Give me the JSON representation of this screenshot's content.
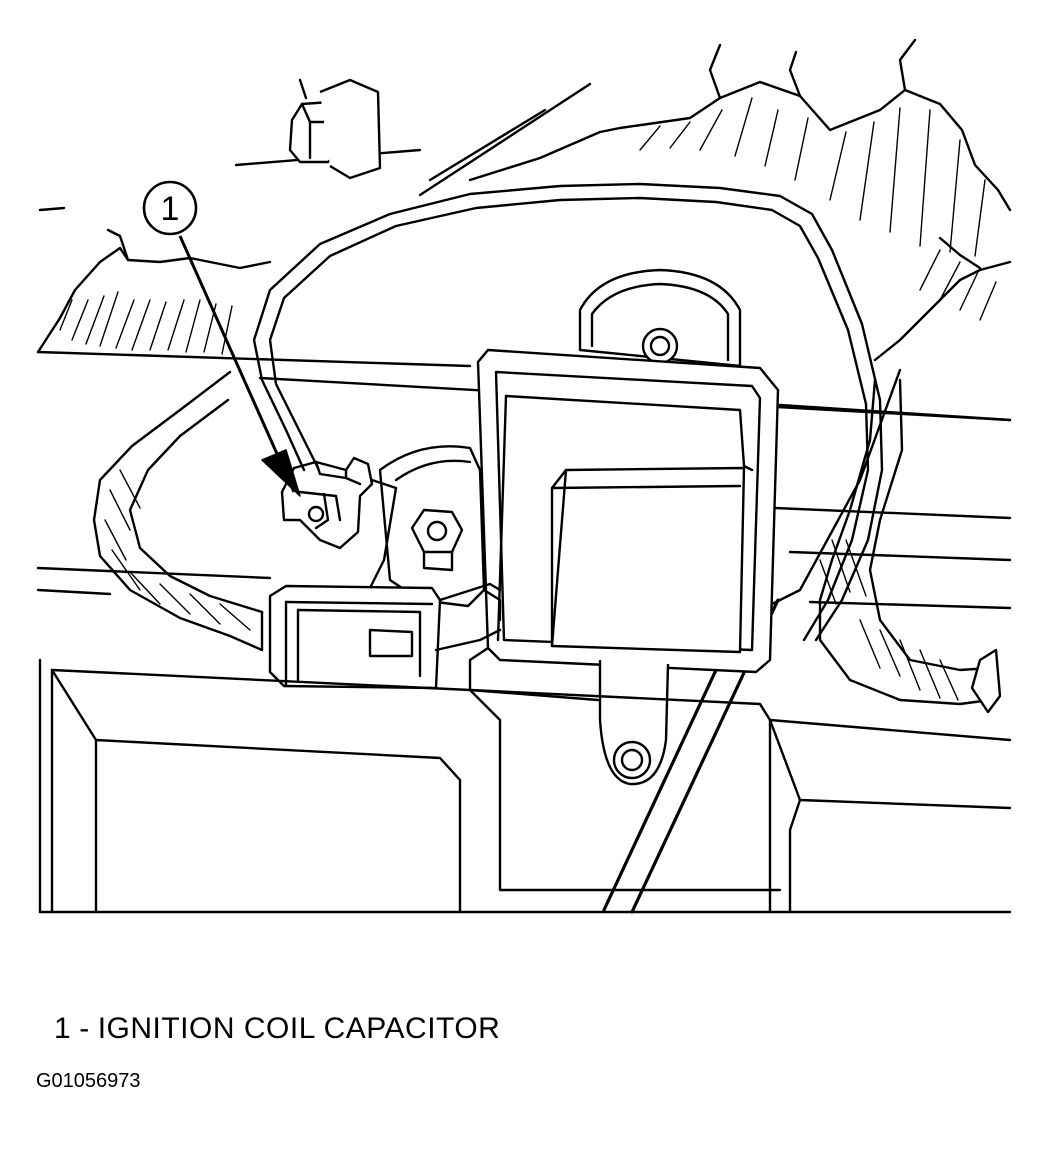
{
  "callout": {
    "number": "1"
  },
  "legend": {
    "number": "1",
    "separator": "-",
    "label": "IGNITION COIL CAPACITOR"
  },
  "figure_id": "G01056973"
}
